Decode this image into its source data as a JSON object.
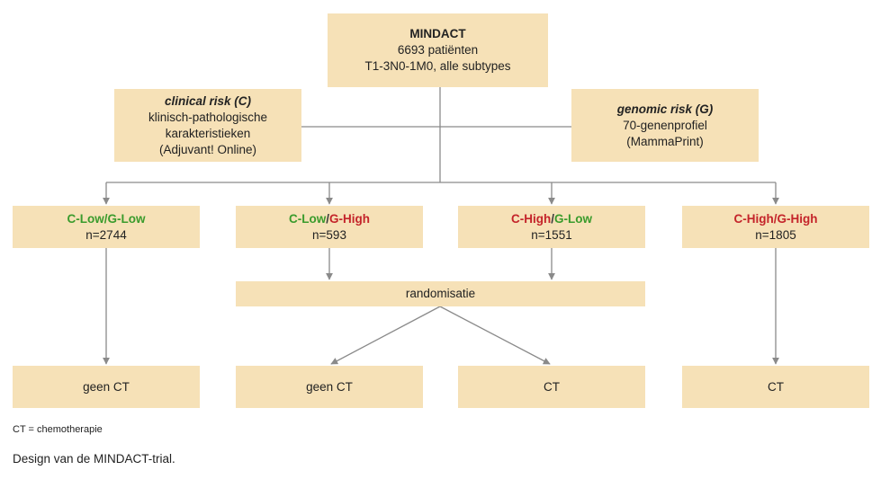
{
  "top": {
    "title": "MINDACT",
    "line2": "6693 patiënten",
    "line3": "T1-3N0-1M0, alle subtypes"
  },
  "clinical": {
    "title": "clinical risk (C)",
    "line2": "klinisch-pathologische",
    "line3": "karakteristieken",
    "line4": "(Adjuvant! Online)"
  },
  "genomic": {
    "title": "genomic risk (G)",
    "line2": "70-genenprofiel",
    "line3": "(MammaPrint)"
  },
  "groups": [
    {
      "c": "C-Low",
      "g": "G-Low",
      "c_color": "green",
      "g_color": "green",
      "n": "n=2744"
    },
    {
      "c": "C-Low",
      "g": "G-High",
      "c_color": "green",
      "g_color": "red",
      "n": "n=593"
    },
    {
      "c": "C-High",
      "g": "G-Low",
      "c_color": "red",
      "g_color": "green",
      "n": "n=1551"
    },
    {
      "c": "C-High",
      "g": "G-High",
      "c_color": "red",
      "g_color": "red",
      "n": "n=1805"
    }
  ],
  "separator": "/",
  "randomisatie": "randomisatie",
  "outcomes": [
    "geen CT",
    "geen CT",
    "CT",
    "CT"
  ],
  "footnote": "CT = chemotherapie",
  "caption": "Design van de MINDACT-trial.",
  "colors": {
    "box": "#f6e1b7",
    "green": "#3a9b2c",
    "red": "#c4242a",
    "arrow": "#8a8a8a"
  }
}
